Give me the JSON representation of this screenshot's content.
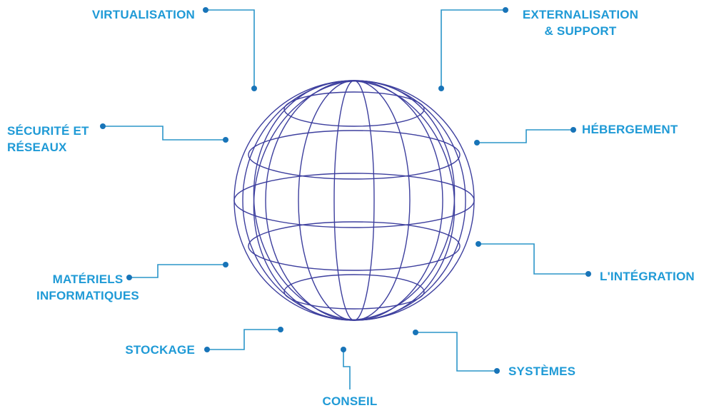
{
  "colors": {
    "accent": "#1f9ad6",
    "connector": "#2b95c9",
    "dot": "#1874b8",
    "globe": "#3d3f9e"
  },
  "globe_icon": "wireframe-globe",
  "labels": {
    "virtualisation": [
      "VIRTUALISATION"
    ],
    "externalisation": [
      "EXTERNALISATION",
      "& SUPPORT"
    ],
    "securite": [
      "SÉCURITÉ ET",
      "RÉSEAUX"
    ],
    "hebergement": [
      "HÉBERGEMENT"
    ],
    "materiels": [
      "MATÉRIELS",
      "INFORMATIQUES"
    ],
    "integration": [
      "L'INTÉGRATION"
    ],
    "stockage": [
      "STOCKAGE"
    ],
    "systemes": [
      "SYSTÈMES"
    ],
    "conseil": [
      "CONSEIL"
    ]
  }
}
